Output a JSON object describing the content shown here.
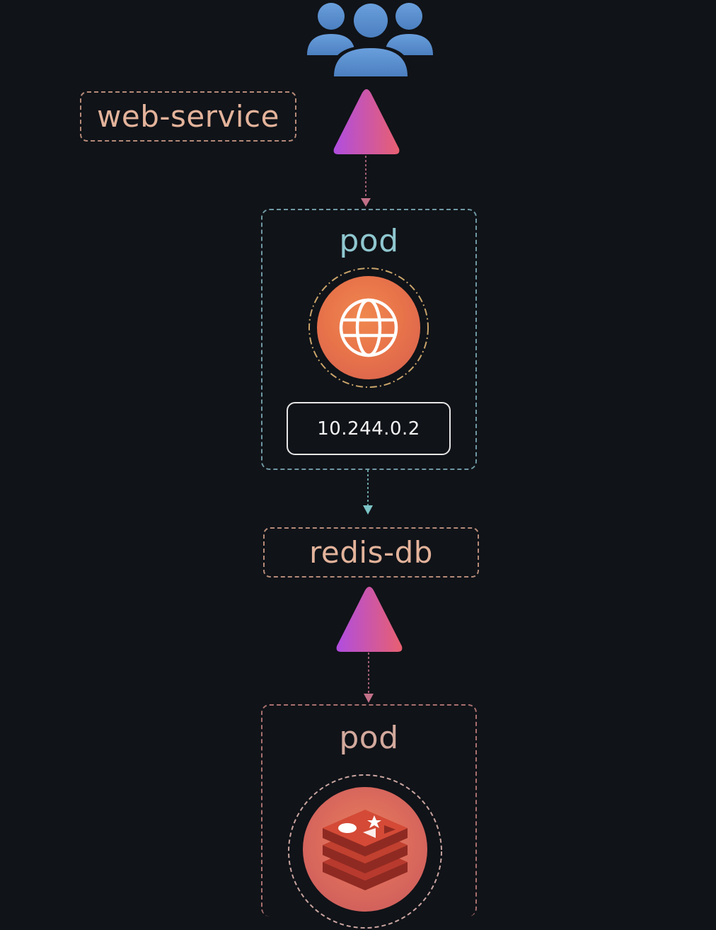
{
  "diagram": {
    "users_icon": "users-group-icon",
    "web_service": {
      "label": "web-service"
    },
    "web_pod": {
      "label": "pod",
      "container_icon": "globe-icon",
      "ip": "10.244.0.2"
    },
    "redis_service": {
      "label": "redis-db"
    },
    "redis_pod": {
      "label": "pod",
      "container_icon": "redis-icon"
    },
    "colors": {
      "background": "#101318",
      "users_icon": "#5b8fd0",
      "service_border": "#b58a78",
      "service_text": "#e3b39b",
      "web_pod_border": "#6f98a3",
      "web_pod_text": "#8fc7cf",
      "redis_pod_border": "#a8706f",
      "redis_pod_text": "#d2a99d",
      "triangle_start": "#b04de0",
      "triangle_end": "#e86070",
      "web_container": "#e8744a",
      "redis_container": "#db6a5c"
    }
  }
}
